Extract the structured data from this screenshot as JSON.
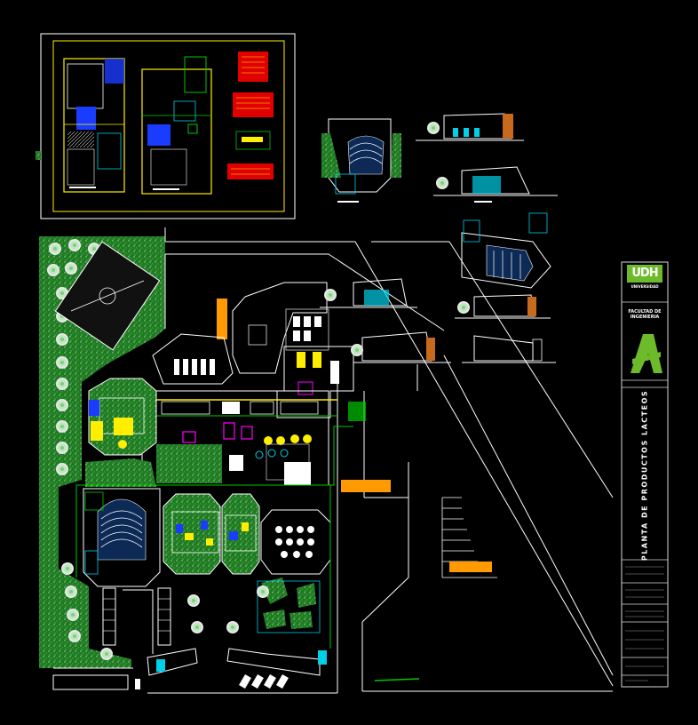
{
  "title_block": {
    "logo_text": "UDH",
    "university": "UNIVERSIDAD",
    "faculty": "FACULTAD DE INGENIERIA",
    "project_title": "PLANTA DE PRODUCTOS LACTEOS"
  },
  "colors": {
    "background": "#000000",
    "grass": "#2a8a2a",
    "green_line": "#00c800",
    "cyan": "#00cfe8",
    "yellow": "#ffee00",
    "orange": "#ff9a00",
    "red": "#e00000",
    "magenta": "#ff00ff",
    "blue": "#1a3cff",
    "white": "#ffffff",
    "logo_green": "#6dbb2b"
  }
}
